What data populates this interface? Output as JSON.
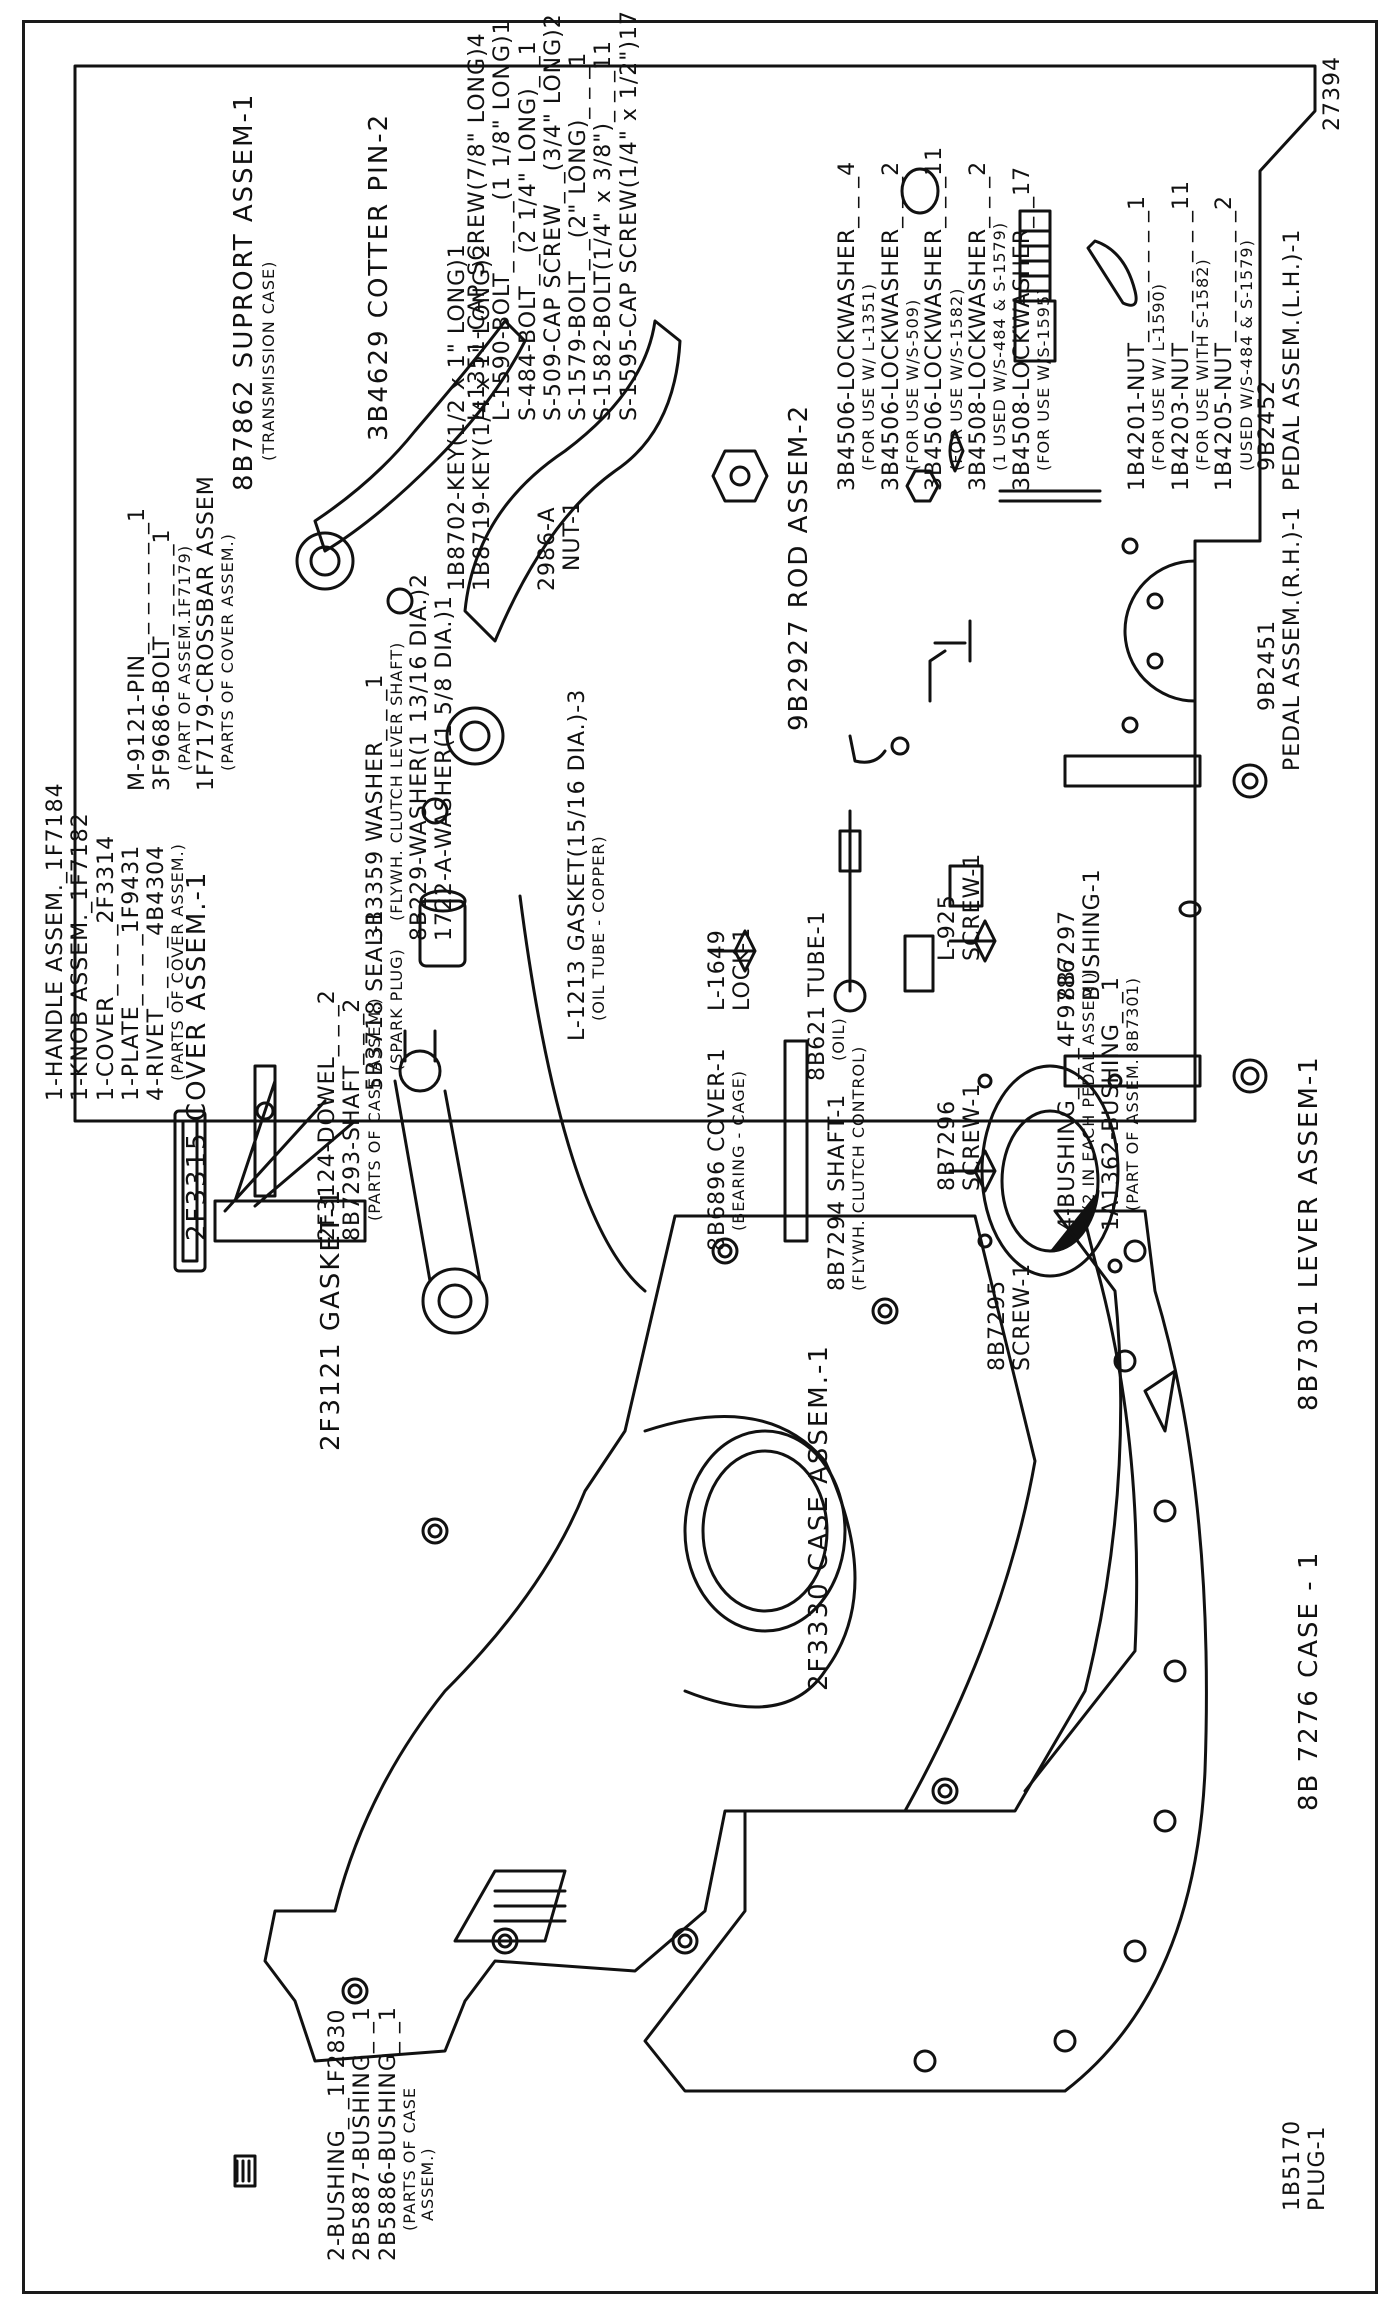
{
  "diagram": {
    "drawing_number": "27394",
    "cover_group": {
      "lines": [
        "1-HANDLE ASSEM._1F7184",
        "1-KNOB ASSEM._1F7182",
        "1-COVER_ _ _ _2F3314",
        "1-PLATE_ _ _ _1F9431",
        "4-RIVET_ _ _ _4B4304"
      ],
      "note": "(PARTS OF COVER ASSEM.)",
      "title": "2F3315 COVER ASSEM.-1",
      "right_lines": [
        "M-9121-PIN_ _ _ _ _ _ _1",
        "3F9686-BOLT_ _ _ _ _1",
        "(PART OF ASSEM.1F7179)",
        "1F7179-CROSSBAR ASSEM",
        "(PARTS OF COVER ASSEM.)"
      ]
    },
    "bushing_group": {
      "lines": [
        "2-BUSHING_ _1F2830",
        "2B5887-BUSHING_ _1",
        "2B5886-BUSHING_ _1"
      ],
      "note_lines": [
        "(PARTS OF CASE",
        "ASSEM.)"
      ]
    },
    "gasket": "2F3121 GASKET-1",
    "dowel_group": {
      "lines": [
        "2F3124-DOWEL_ _ _2",
        "8B7293-SHAFT_ _ _2"
      ],
      "note": "(PARTS OF CASE ASSEM.)"
    },
    "case_assem": "2F3330 CASE ASSEM.-1",
    "plug": [
      "1B5170",
      "PLUG-1"
    ],
    "case": "8B 7276 CASE - 1",
    "support": {
      "title": "8B7862 SUPRORT ASSEM-1",
      "sub": "(TRANSMISSION CASE)"
    },
    "cotter_pin": "3B4629 COTTER PIN-2",
    "seal": {
      "title": "5B3718 SEAL-1",
      "sub": "(SPARK PLUG)"
    },
    "washer_group": {
      "lines": [
        "3B3359 WASHER_ _ _1",
        "(FLYWH. CLUTCH LEVER SHAFT)",
        "8B229-WASHER(1 13/16 DIA.)2",
        "1722-A-WASHER(1 5/8 DIA.)1"
      ]
    },
    "key_group": {
      "lines": [
        "1B8702-KEY(1/2 x 1\" LONG)1",
        "1B8719-KEY(1/4 x 1\" LONG)2"
      ]
    },
    "nut_2986": [
      "2986-A",
      "NUT-1"
    ],
    "screws_group": {
      "lines": [
        "L-1351-CAP SCREW(7/8\" LONG)4",
        "L-1590-BOLT_ _ _ _(1 1/8\" LONG)1",
        "S-484-BOLT_ _(2 1/4\" LONG)_ _1",
        "S-509-CAP SCREW_ _(3/4\" LONG)2",
        "S-1579-BOLT_ _(2\" LONG)_ _ _1",
        "S-1582-BOLT(1/4\" x 3/8\")_ _ _11",
        "S-1595-CAP SCREW(1/4\" x 1/2\")17"
      ]
    },
    "cover_cage": {
      "title": "8B6896 COVER-1",
      "sub": "(BEARING - CAGE)"
    },
    "gasket_copper": {
      "title": "L-1213 GASKET(15/16 DIA.)-3",
      "sub": "(OIL TUBE - COPPER)"
    },
    "rod_assem": "9B2927 ROD ASSEM-2",
    "lock": [
      "L-1649",
      "LOCK-1"
    ],
    "tube": {
      "title": "8B621 TUBE-1",
      "sub": "(OIL)"
    },
    "shaft": {
      "title": "8B7294 SHAFT-1",
      "sub": "(FLYWH. CLUTCH CONTROL)"
    },
    "screw_925": [
      "L-925",
      "SCREW-1"
    ],
    "screw_7296": [
      "8B7296",
      "SCREW-1"
    ],
    "screw_7295": [
      "8B7295",
      "SCREW-1"
    ],
    "bushing_7297": [
      "8B7297",
      "BUSHING-1"
    ],
    "bushing_4f": {
      "lines": [
        "4-BUSHING_ _ _4F9786",
        "(2 IN EACH PEDAL ASSEM.)",
        "1A1362-BUSHING_ _1",
        "(PART OF ASSEM. 8B7301)"
      ]
    },
    "lever_assem": "8B7301 LEVER ASSEM-1",
    "pedal_rh": [
      "9B2451",
      "PEDAL ASSEM.(R.H.)-1"
    ],
    "pedal_lh": [
      "9B2452",
      "PEDAL ASSEM.(L.H.)-1"
    ],
    "lockwashers": {
      "lines": [
        "3B4506-LOCKWASHER_ _ _4",
        "(FOR USE W/ L-1351)",
        "3B4506-LOCKWASHER_ _ _2",
        "(FOR USE W/S-509)",
        "3B4506-LOCKWASHER_ _ _11",
        "(FOR USE W/S-1582)",
        "3B4508-LOCKWASHER_ _ _2",
        "(1 USED W/S-484 & S-1579)",
        "3B4508-LOCKWASHER_ _17",
        "(FOR USE W/S-1595)"
      ]
    },
    "nuts": {
      "lines": [
        "1B4201-NUT_ _ _ _ _ _ _1",
        "(FOR USE W/ L-1590)",
        "1B4203-NUT_ _ _ _ _ _ _11",
        "(FOR USE WITH S-1582)",
        "1B4205-NUT_ _ _ _ _ _ _2",
        "(USED W/S-484 & S-1579)"
      ]
    }
  }
}
